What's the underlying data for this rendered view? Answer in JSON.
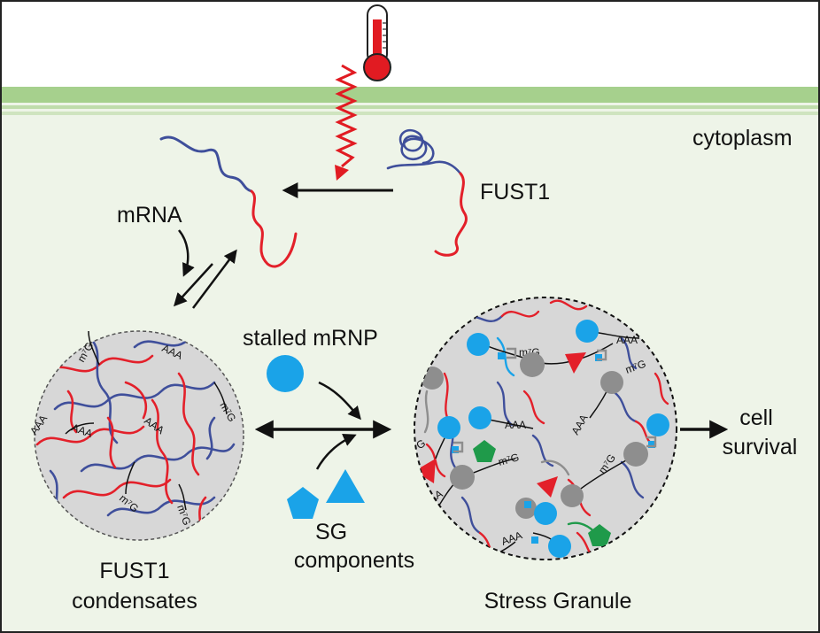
{
  "labels": {
    "cytoplasm": "cytoplasm",
    "fust1": "FUST1",
    "mrna": "mRNA",
    "stalled_mrnp": "stalled mRNP",
    "sg_line1": "SG",
    "sg_line2": "components",
    "condensates_line1": "FUST1",
    "condensates_line2": "condensates",
    "stress_granule": "Stress Granule",
    "survival_line1": "cell",
    "survival_line2": "survival"
  },
  "mark_labels": {
    "polya": "AAA",
    "cap": "m⁷G"
  },
  "colors": {
    "membrane": "#a6d08d",
    "protein_red": "#e3202a",
    "protein_blue": "#3f4f9b",
    "mrnp_blue": "#1aa3e8",
    "ribosome_gray": "#8e8e8e",
    "sg_green": "#1f9a4a",
    "heat_red": "#e11b22",
    "granule_fill": "#d7d7d7"
  },
  "icons": [
    "thermometer-icon",
    "heat-zigzag-icon"
  ]
}
